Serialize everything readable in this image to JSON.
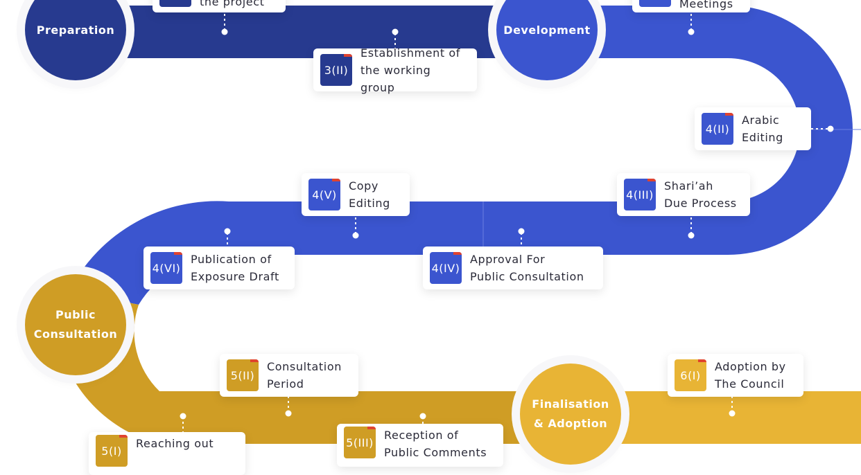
{
  "colors": {
    "phase1": "#273a8f",
    "phase2": "#3b55cf",
    "phase3": "#cf9d25",
    "phase4": "#e8b435"
  },
  "phases": {
    "preparation": "Preparation",
    "development": "Development",
    "public_consultation": "Public\nConsultation",
    "finalisation": "Finalisation\n& Adoption"
  },
  "steps": {
    "s2": {
      "badge": "",
      "text": "the project"
    },
    "s3_2": {
      "badge": "3(II)",
      "text": "Establishment of\nthe working group"
    },
    "s4_1": {
      "badge": "",
      "text": "Meetings"
    },
    "s4_2": {
      "badge": "4(II)",
      "text": "Arabic\nEditing"
    },
    "s4_3": {
      "badge": "4(III)",
      "text": "Shari’ah\nDue Process"
    },
    "s4_4": {
      "badge": "4(IV)",
      "text": "Approval For\nPublic Consultation"
    },
    "s4_5": {
      "badge": "4(V)",
      "text": "Copy\nEditing"
    },
    "s4_6": {
      "badge": "4(VI)",
      "text": "Publication of\nExposure Draft"
    },
    "s5_1": {
      "badge": "5(I)",
      "text": "Reaching out"
    },
    "s5_2": {
      "badge": "5(II)",
      "text": "Consultation\nPeriod"
    },
    "s5_3": {
      "badge": "5(III)",
      "text": "Reception of\nPublic Comments"
    },
    "s6_1": {
      "badge": "6(I)",
      "text": "Adoption by\nThe Council"
    }
  }
}
